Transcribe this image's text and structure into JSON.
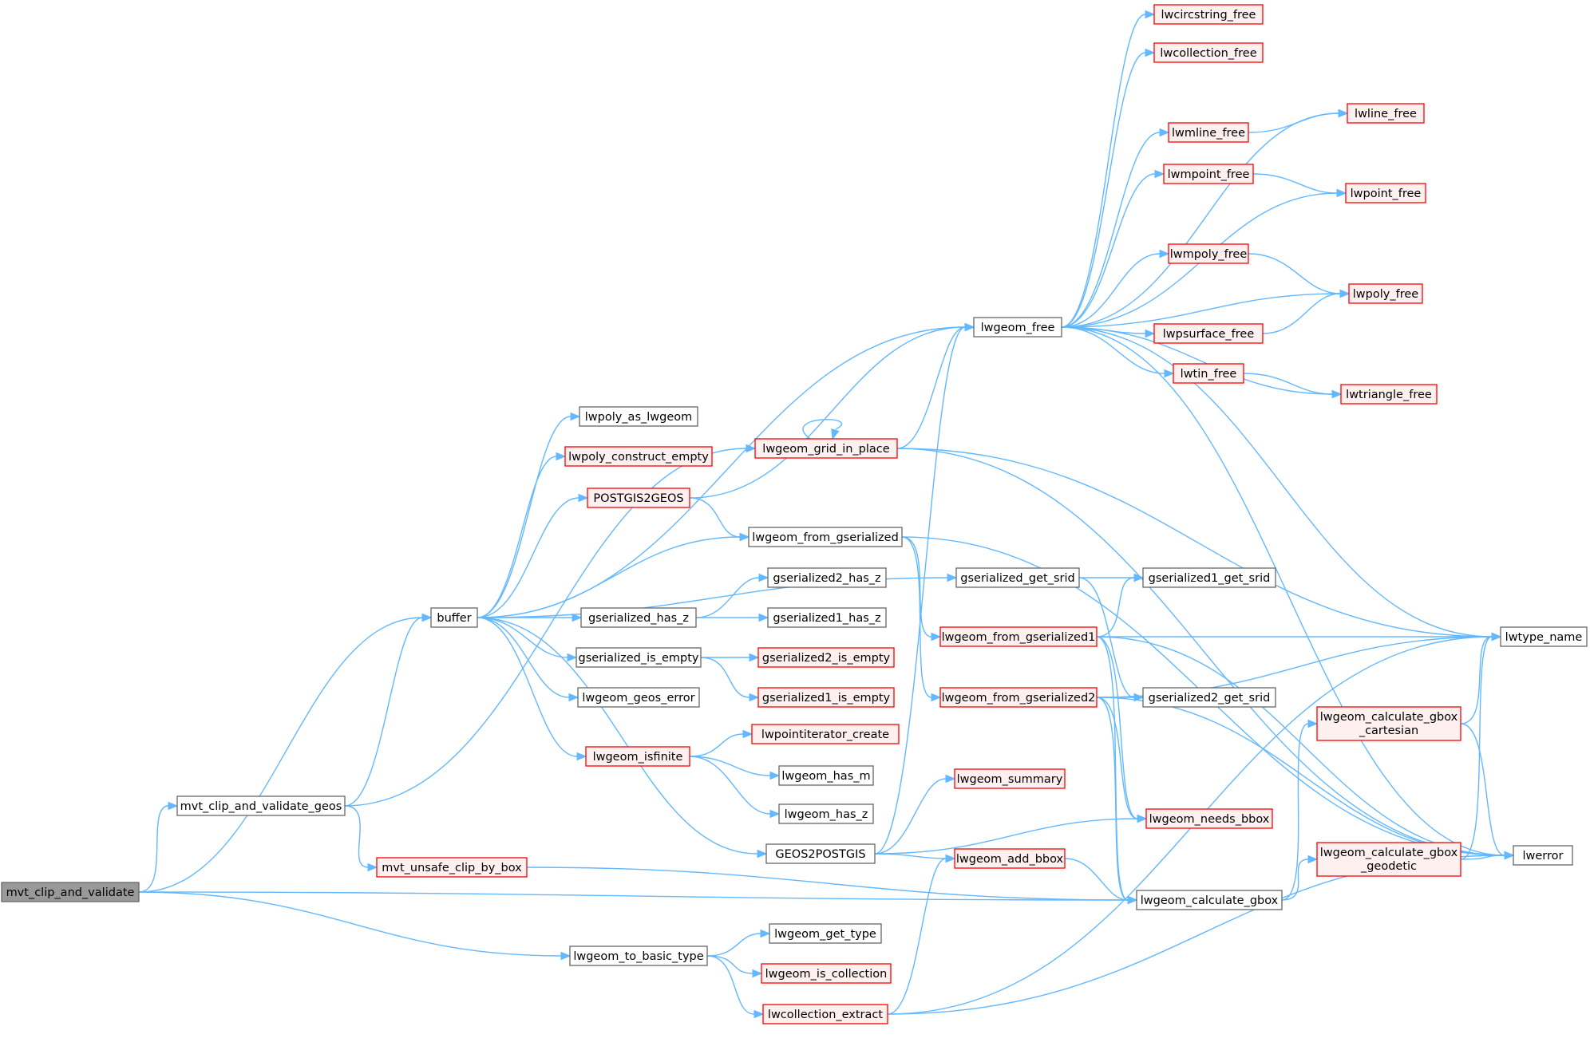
{
  "colors": {
    "edge": "#63b8ff",
    "root_fill": "#999999",
    "root_stroke": "#666666",
    "normal_fill": "#ffffff",
    "normal_stroke": "#666666",
    "truncated_fill": "#fff0f0",
    "truncated_stroke": "#ff0000"
  },
  "nodes": [
    {
      "id": "mvt_clip_and_validate",
      "label": "mvt_clip_and_validate",
      "style": "root"
    },
    {
      "id": "mvt_clip_and_validate_geos",
      "label": "mvt_clip_and_validate_geos",
      "style": "normal"
    },
    {
      "id": "mvt_unsafe_clip_by_box",
      "label": "mvt_unsafe_clip_by_box",
      "style": "truncated"
    },
    {
      "id": "buffer",
      "label": "buffer",
      "style": "normal"
    },
    {
      "id": "lwgeom_to_basic_type",
      "label": "lwgeom_to_basic_type",
      "style": "normal"
    },
    {
      "id": "lwgeom_get_type",
      "label": "lwgeom_get_type",
      "style": "normal"
    },
    {
      "id": "lwgeom_is_collection",
      "label": "lwgeom_is_collection",
      "style": "truncated"
    },
    {
      "id": "lwcollection_extract",
      "label": "lwcollection_extract",
      "style": "truncated"
    },
    {
      "id": "lwpoly_as_lwgeom",
      "label": "lwpoly_as_lwgeom",
      "style": "normal"
    },
    {
      "id": "lwpoly_construct_empty",
      "label": "lwpoly_construct_empty",
      "style": "truncated"
    },
    {
      "id": "POSTGIS2GEOS",
      "label": "POSTGIS2GEOS",
      "style": "truncated"
    },
    {
      "id": "lwgeom_from_gserialized",
      "label": "lwgeom_from_gserialized",
      "style": "normal"
    },
    {
      "id": "gserialized2_has_z",
      "label": "gserialized2_has_z",
      "style": "normal"
    },
    {
      "id": "gserialized_has_z",
      "label": "gserialized_has_z",
      "style": "normal"
    },
    {
      "id": "gserialized1_has_z",
      "label": "gserialized1_has_z",
      "style": "normal"
    },
    {
      "id": "gserialized_is_empty",
      "label": "gserialized_is_empty",
      "style": "normal"
    },
    {
      "id": "gserialized2_is_empty",
      "label": "gserialized2_is_empty",
      "style": "truncated"
    },
    {
      "id": "gserialized1_is_empty",
      "label": "gserialized1_is_empty",
      "style": "truncated"
    },
    {
      "id": "lwgeom_geos_error",
      "label": "lwgeom_geos_error",
      "style": "normal"
    },
    {
      "id": "lwgeom_isfinite",
      "label": "lwgeom_isfinite",
      "style": "truncated"
    },
    {
      "id": "lwpointiterator_create",
      "label": "lwpointiterator_create",
      "style": "truncated"
    },
    {
      "id": "lwgeom_has_m",
      "label": "lwgeom_has_m",
      "style": "normal"
    },
    {
      "id": "lwgeom_has_z",
      "label": "lwgeom_has_z",
      "style": "normal"
    },
    {
      "id": "GEOS2POSTGIS",
      "label": "GEOS2POSTGIS",
      "style": "normal"
    },
    {
      "id": "lwgeom_summary",
      "label": "lwgeom_summary",
      "style": "truncated"
    },
    {
      "id": "lwgeom_add_bbox",
      "label": "lwgeom_add_bbox",
      "style": "truncated"
    },
    {
      "id": "lwgeom_grid_in_place",
      "label": "lwgeom_grid_in_place",
      "style": "truncated"
    },
    {
      "id": "lwgeom_free",
      "label": "lwgeom_free",
      "style": "normal"
    },
    {
      "id": "gserialized_get_srid",
      "label": "gserialized_get_srid",
      "style": "normal"
    },
    {
      "id": "lwgeom_from_gserialized1",
      "label": "lwgeom_from_gserialized1",
      "style": "truncated"
    },
    {
      "id": "lwgeom_from_gserialized2",
      "label": "lwgeom_from_gserialized2",
      "style": "truncated"
    },
    {
      "id": "gserialized1_get_srid",
      "label": "gserialized1_get_srid",
      "style": "normal"
    },
    {
      "id": "gserialized2_get_srid",
      "label": "gserialized2_get_srid",
      "style": "normal"
    },
    {
      "id": "lwgeom_needs_bbox",
      "label": "lwgeom_needs_bbox",
      "style": "truncated"
    },
    {
      "id": "lwgeom_calculate_gbox",
      "label": "lwgeom_calculate_gbox",
      "style": "normal"
    },
    {
      "id": "lwgeom_calculate_gbox_cartesian",
      "label": "lwgeom_calculate_gbox\n_cartesian",
      "style": "truncated"
    },
    {
      "id": "lwgeom_calculate_gbox_geodetic",
      "label": "lwgeom_calculate_gbox\n_geodetic",
      "style": "truncated"
    },
    {
      "id": "lwcircstring_free",
      "label": "lwcircstring_free",
      "style": "truncated"
    },
    {
      "id": "lwcollection_free",
      "label": "lwcollection_free",
      "style": "truncated"
    },
    {
      "id": "lwline_free",
      "label": "lwline_free",
      "style": "truncated"
    },
    {
      "id": "lwmline_free",
      "label": "lwmline_free",
      "style": "truncated"
    },
    {
      "id": "lwmpoint_free",
      "label": "lwmpoint_free",
      "style": "truncated"
    },
    {
      "id": "lwpoint_free",
      "label": "lwpoint_free",
      "style": "truncated"
    },
    {
      "id": "lwmpoly_free",
      "label": "lwmpoly_free",
      "style": "truncated"
    },
    {
      "id": "lwpoly_free",
      "label": "lwpoly_free",
      "style": "truncated"
    },
    {
      "id": "lwpsurface_free",
      "label": "lwpsurface_free",
      "style": "truncated"
    },
    {
      "id": "lwtin_free",
      "label": "lwtin_free",
      "style": "truncated"
    },
    {
      "id": "lwtriangle_free",
      "label": "lwtriangle_free",
      "style": "truncated"
    },
    {
      "id": "lwtype_name",
      "label": "lwtype_name",
      "style": "normal"
    },
    {
      "id": "lwerror",
      "label": "lwerror",
      "style": "normal"
    }
  ],
  "edges": [
    [
      "mvt_clip_and_validate",
      "buffer"
    ],
    [
      "mvt_clip_and_validate",
      "mvt_clip_and_validate_geos"
    ],
    [
      "mvt_clip_and_validate",
      "lwgeom_to_basic_type"
    ],
    [
      "mvt_clip_and_validate",
      "lwgeom_calculate_gbox"
    ],
    [
      "mvt_clip_and_validate_geos",
      "buffer"
    ],
    [
      "mvt_clip_and_validate_geos",
      "lwgeom_grid_in_place"
    ],
    [
      "mvt_clip_and_validate_geos",
      "mvt_unsafe_clip_by_box"
    ],
    [
      "mvt_unsafe_clip_by_box",
      "lwgeom_calculate_gbox"
    ],
    [
      "buffer",
      "lwgeom_free"
    ],
    [
      "buffer",
      "lwpoly_as_lwgeom"
    ],
    [
      "buffer",
      "lwpoly_construct_empty"
    ],
    [
      "buffer",
      "POSTGIS2GEOS"
    ],
    [
      "buffer",
      "gserialized_get_srid"
    ],
    [
      "buffer",
      "lwgeom_from_gserialized"
    ],
    [
      "buffer",
      "gserialized_has_z"
    ],
    [
      "buffer",
      "gserialized_is_empty"
    ],
    [
      "buffer",
      "lwgeom_geos_error"
    ],
    [
      "buffer",
      "lwgeom_isfinite"
    ],
    [
      "buffer",
      "GEOS2POSTGIS"
    ],
    [
      "POSTGIS2GEOS",
      "lwgeom_free"
    ],
    [
      "POSTGIS2GEOS",
      "lwgeom_from_gserialized"
    ],
    [
      "lwgeom_from_gserialized",
      "lwgeom_from_gserialized1"
    ],
    [
      "lwgeom_from_gserialized",
      "lwgeom_from_gserialized2"
    ],
    [
      "lwgeom_from_gserialized",
      "lwerror"
    ],
    [
      "gserialized_has_z",
      "gserialized2_has_z"
    ],
    [
      "gserialized_has_z",
      "gserialized1_has_z"
    ],
    [
      "gserialized_is_empty",
      "gserialized2_is_empty"
    ],
    [
      "gserialized_is_empty",
      "gserialized1_is_empty"
    ],
    [
      "lwgeom_isfinite",
      "lwpointiterator_create"
    ],
    [
      "lwgeom_isfinite",
      "lwgeom_has_m"
    ],
    [
      "lwgeom_isfinite",
      "lwgeom_has_z"
    ],
    [
      "GEOS2POSTGIS",
      "lwgeom_free"
    ],
    [
      "GEOS2POSTGIS",
      "lwgeom_summary"
    ],
    [
      "GEOS2POSTGIS",
      "lwgeom_needs_bbox"
    ],
    [
      "GEOS2POSTGIS",
      "lwgeom_add_bbox"
    ],
    [
      "lwgeom_add_bbox",
      "lwgeom_calculate_gbox"
    ],
    [
      "lwgeom_grid_in_place",
      "lwgeom_free"
    ],
    [
      "lwgeom_grid_in_place",
      "lwgeom_grid_in_place"
    ],
    [
      "lwgeom_grid_in_place",
      "lwtype_name"
    ],
    [
      "lwgeom_grid_in_place",
      "lwerror"
    ],
    [
      "lwgeom_to_basic_type",
      "lwgeom_get_type"
    ],
    [
      "lwgeom_to_basic_type",
      "lwgeom_is_collection"
    ],
    [
      "lwgeom_to_basic_type",
      "lwcollection_extract"
    ],
    [
      "lwcollection_extract",
      "lwgeom_add_bbox"
    ],
    [
      "lwcollection_extract",
      "lwtype_name"
    ],
    [
      "lwcollection_extract",
      "lwerror"
    ],
    [
      "gserialized_get_srid",
      "gserialized1_get_srid"
    ],
    [
      "gserialized_get_srid",
      "gserialized2_get_srid"
    ],
    [
      "lwgeom_from_gserialized1",
      "gserialized1_get_srid"
    ],
    [
      "lwgeom_from_gserialized1",
      "lwtype_name"
    ],
    [
      "lwgeom_from_gserialized1",
      "lwerror"
    ],
    [
      "lwgeom_from_gserialized1",
      "lwgeom_needs_bbox"
    ],
    [
      "lwgeom_from_gserialized1",
      "lwgeom_calculate_gbox"
    ],
    [
      "lwgeom_from_gserialized2",
      "gserialized2_get_srid"
    ],
    [
      "lwgeom_from_gserialized2",
      "lwtype_name"
    ],
    [
      "lwgeom_from_gserialized2",
      "lwerror"
    ],
    [
      "lwgeom_from_gserialized2",
      "lwgeom_needs_bbox"
    ],
    [
      "lwgeom_from_gserialized2",
      "lwgeom_calculate_gbox"
    ],
    [
      "lwgeom_calculate_gbox",
      "lwgeom_calculate_gbox_cartesian"
    ],
    [
      "lwgeom_calculate_gbox",
      "lwgeom_calculate_gbox_geodetic"
    ],
    [
      "lwgeom_calculate_gbox_cartesian",
      "lwtype_name"
    ],
    [
      "lwgeom_calculate_gbox_cartesian",
      "lwerror"
    ],
    [
      "lwgeom_calculate_gbox_geodetic",
      "lwtype_name"
    ],
    [
      "lwgeom_calculate_gbox_geodetic",
      "lwerror"
    ],
    [
      "lwgeom_free",
      "lwcircstring_free"
    ],
    [
      "lwgeom_free",
      "lwcollection_free"
    ],
    [
      "lwgeom_free",
      "lwline_free"
    ],
    [
      "lwgeom_free",
      "lwmline_free"
    ],
    [
      "lwgeom_free",
      "lwmpoint_free"
    ],
    [
      "lwgeom_free",
      "lwpoint_free"
    ],
    [
      "lwgeom_free",
      "lwmpoly_free"
    ],
    [
      "lwgeom_free",
      "lwpoly_free"
    ],
    [
      "lwgeom_free",
      "lwpsurface_free"
    ],
    [
      "lwgeom_free",
      "lwtin_free"
    ],
    [
      "lwgeom_free",
      "lwtriangle_free"
    ],
    [
      "lwgeom_free",
      "lwtype_name"
    ],
    [
      "lwgeom_free",
      "lwerror"
    ],
    [
      "lwmline_free",
      "lwline_free"
    ],
    [
      "lwmpoint_free",
      "lwpoint_free"
    ],
    [
      "lwmpoly_free",
      "lwpoly_free"
    ],
    [
      "lwpsurface_free",
      "lwpoly_free"
    ],
    [
      "lwtin_free",
      "lwtriangle_free"
    ]
  ]
}
